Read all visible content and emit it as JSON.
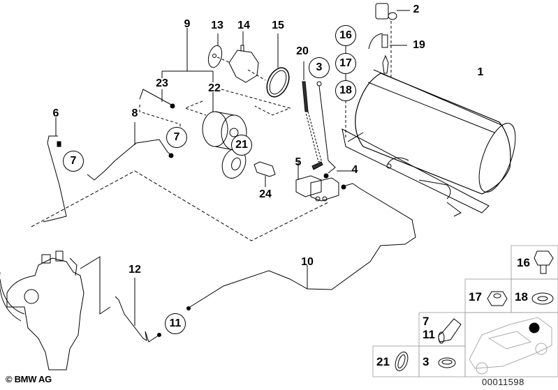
{
  "diagram": {
    "title": "BMW parts diagram",
    "diagram_number": "00011598",
    "copyright": "© BMW AG",
    "callouts": [
      {
        "id": "c1",
        "label": "1",
        "circled": false
      },
      {
        "id": "c2",
        "label": "2",
        "circled": false
      },
      {
        "id": "c3",
        "label": "3",
        "circled": true
      },
      {
        "id": "c4",
        "label": "4",
        "circled": false
      },
      {
        "id": "c5",
        "label": "5",
        "circled": false
      },
      {
        "id": "c6",
        "label": "6",
        "circled": false
      },
      {
        "id": "c7a",
        "label": "7",
        "circled": true
      },
      {
        "id": "c7b",
        "label": "7",
        "circled": true
      },
      {
        "id": "c8",
        "label": "8",
        "circled": false
      },
      {
        "id": "c9",
        "label": "9",
        "circled": false
      },
      {
        "id": "c10",
        "label": "10",
        "circled": false
      },
      {
        "id": "c11",
        "label": "11",
        "circled": true
      },
      {
        "id": "c12",
        "label": "12",
        "circled": false
      },
      {
        "id": "c13",
        "label": "13",
        "circled": false
      },
      {
        "id": "c14",
        "label": "14",
        "circled": false
      },
      {
        "id": "c15",
        "label": "15",
        "circled": false
      },
      {
        "id": "c16",
        "label": "16",
        "circled": true
      },
      {
        "id": "c17",
        "label": "17",
        "circled": true
      },
      {
        "id": "c18",
        "label": "18",
        "circled": true
      },
      {
        "id": "c19",
        "label": "19",
        "circled": false
      },
      {
        "id": "c20",
        "label": "20",
        "circled": false
      },
      {
        "id": "c21",
        "label": "21",
        "circled": true
      },
      {
        "id": "c22",
        "label": "22",
        "circled": false
      },
      {
        "id": "c23",
        "label": "23",
        "circled": false
      },
      {
        "id": "c24",
        "label": "24",
        "circled": false
      }
    ],
    "legend": {
      "cells": [
        {
          "id": "l16",
          "labels": [
            "16"
          ],
          "part": "bolt"
        },
        {
          "id": "l17",
          "labels": [
            "17"
          ],
          "part": "hex-nut"
        },
        {
          "id": "l18",
          "labels": [
            "18"
          ],
          "part": "washer"
        },
        {
          "id": "l7_11",
          "labels": [
            "7",
            "11"
          ],
          "part": "fitting"
        },
        {
          "id": "l3",
          "labels": [
            "3"
          ],
          "part": "seal-ring"
        },
        {
          "id": "l21",
          "labels": [
            "21"
          ],
          "part": "o-ring"
        },
        {
          "id": "lcar",
          "labels": [],
          "part": "vehicle-location"
        }
      ]
    }
  }
}
